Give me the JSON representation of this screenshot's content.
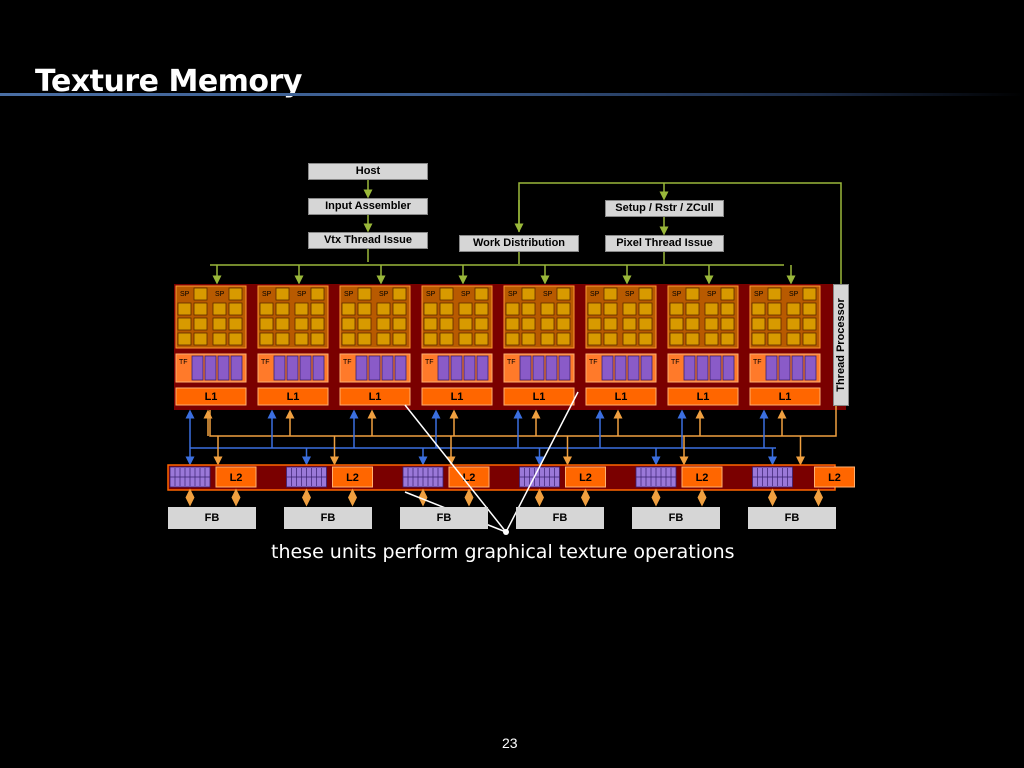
{
  "slide": {
    "title": "Texture Memory",
    "caption": "these units perform graphical texture operations",
    "page_number": "23"
  },
  "diagram": {
    "host": "Host",
    "input_assembler": "Input Assembler",
    "vtx_thread_issue": "Vtx Thread Issue",
    "work_distribution": "Work Distribution",
    "setup": "Setup / Rstr / ZCull",
    "pixel_thread_issue": "Pixel Thread Issue",
    "thread_processor": "Thread Processor",
    "sp_label": "SP",
    "tf_label": "TF",
    "l1_label": "L1",
    "l2_label": "L2",
    "fb_label": "FB",
    "cluster_count": 8,
    "partition_count": 6
  },
  "colors": {
    "control_arrow": "#9ab83a",
    "l1_arrow": "#3b6fe0",
    "l2_arrow": "#f0a040",
    "processor_bg": "#7a0000",
    "sp": "#d89a00",
    "tf": "#8a5bc8",
    "l1_l2": "#ff6600",
    "pointer_line": "#ffffff"
  }
}
